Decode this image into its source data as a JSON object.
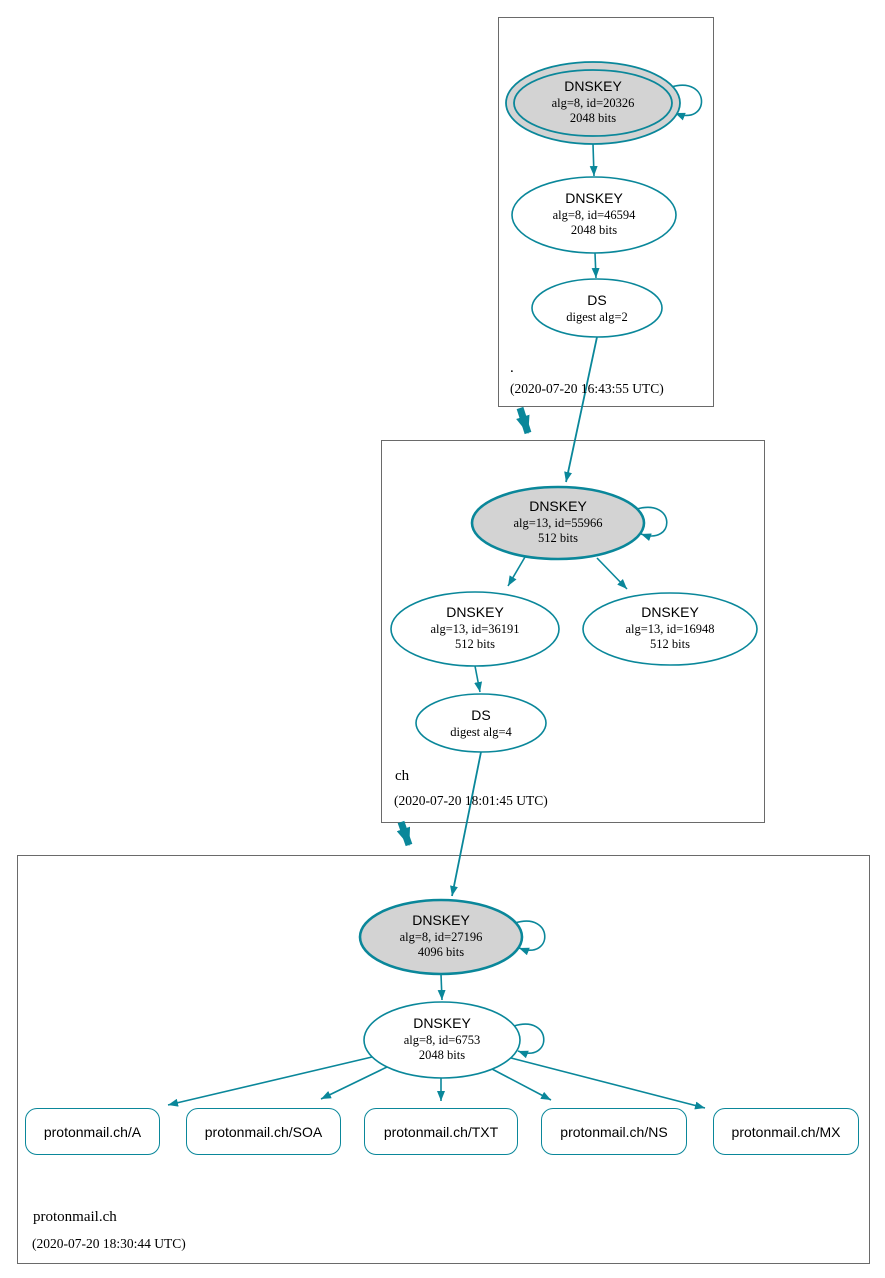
{
  "colors": {
    "accent_teal": "#0a879a",
    "ksk_fill_gray": "#d3d3d3",
    "zone_border_gray": "#6a6a6a",
    "text": "#000000"
  },
  "zones": [
    {
      "label": ".",
      "timestamp": "(2020-07-20 16:43:55 UTC)",
      "ksk": {
        "title": "DNSKEY",
        "detail1": "alg=8, id=20326",
        "detail2": "2048 bits"
      },
      "zsk": {
        "title": "DNSKEY",
        "detail1": "alg=8, id=46594",
        "detail2": "2048 bits"
      },
      "ds": {
        "title": "DS",
        "detail1": "digest alg=2"
      }
    },
    {
      "label": "ch",
      "timestamp": "(2020-07-20 18:01:45 UTC)",
      "ksk": {
        "title": "DNSKEY",
        "detail1": "alg=13, id=55966",
        "detail2": "512 bits"
      },
      "zsk1": {
        "title": "DNSKEY",
        "detail1": "alg=13, id=36191",
        "detail2": "512 bits"
      },
      "zsk2": {
        "title": "DNSKEY",
        "detail1": "alg=13, id=16948",
        "detail2": "512 bits"
      },
      "ds": {
        "title": "DS",
        "detail1": "digest alg=4"
      }
    },
    {
      "label": "protonmail.ch",
      "timestamp": "(2020-07-20 18:30:44 UTC)",
      "ksk": {
        "title": "DNSKEY",
        "detail1": "alg=8, id=27196",
        "detail2": "4096 bits"
      },
      "zsk": {
        "title": "DNSKEY",
        "detail1": "alg=8, id=6753",
        "detail2": "2048 bits"
      },
      "rrsets": [
        "protonmail.ch/A",
        "protonmail.ch/SOA",
        "protonmail.ch/TXT",
        "protonmail.ch/NS",
        "protonmail.ch/MX"
      ]
    }
  ]
}
